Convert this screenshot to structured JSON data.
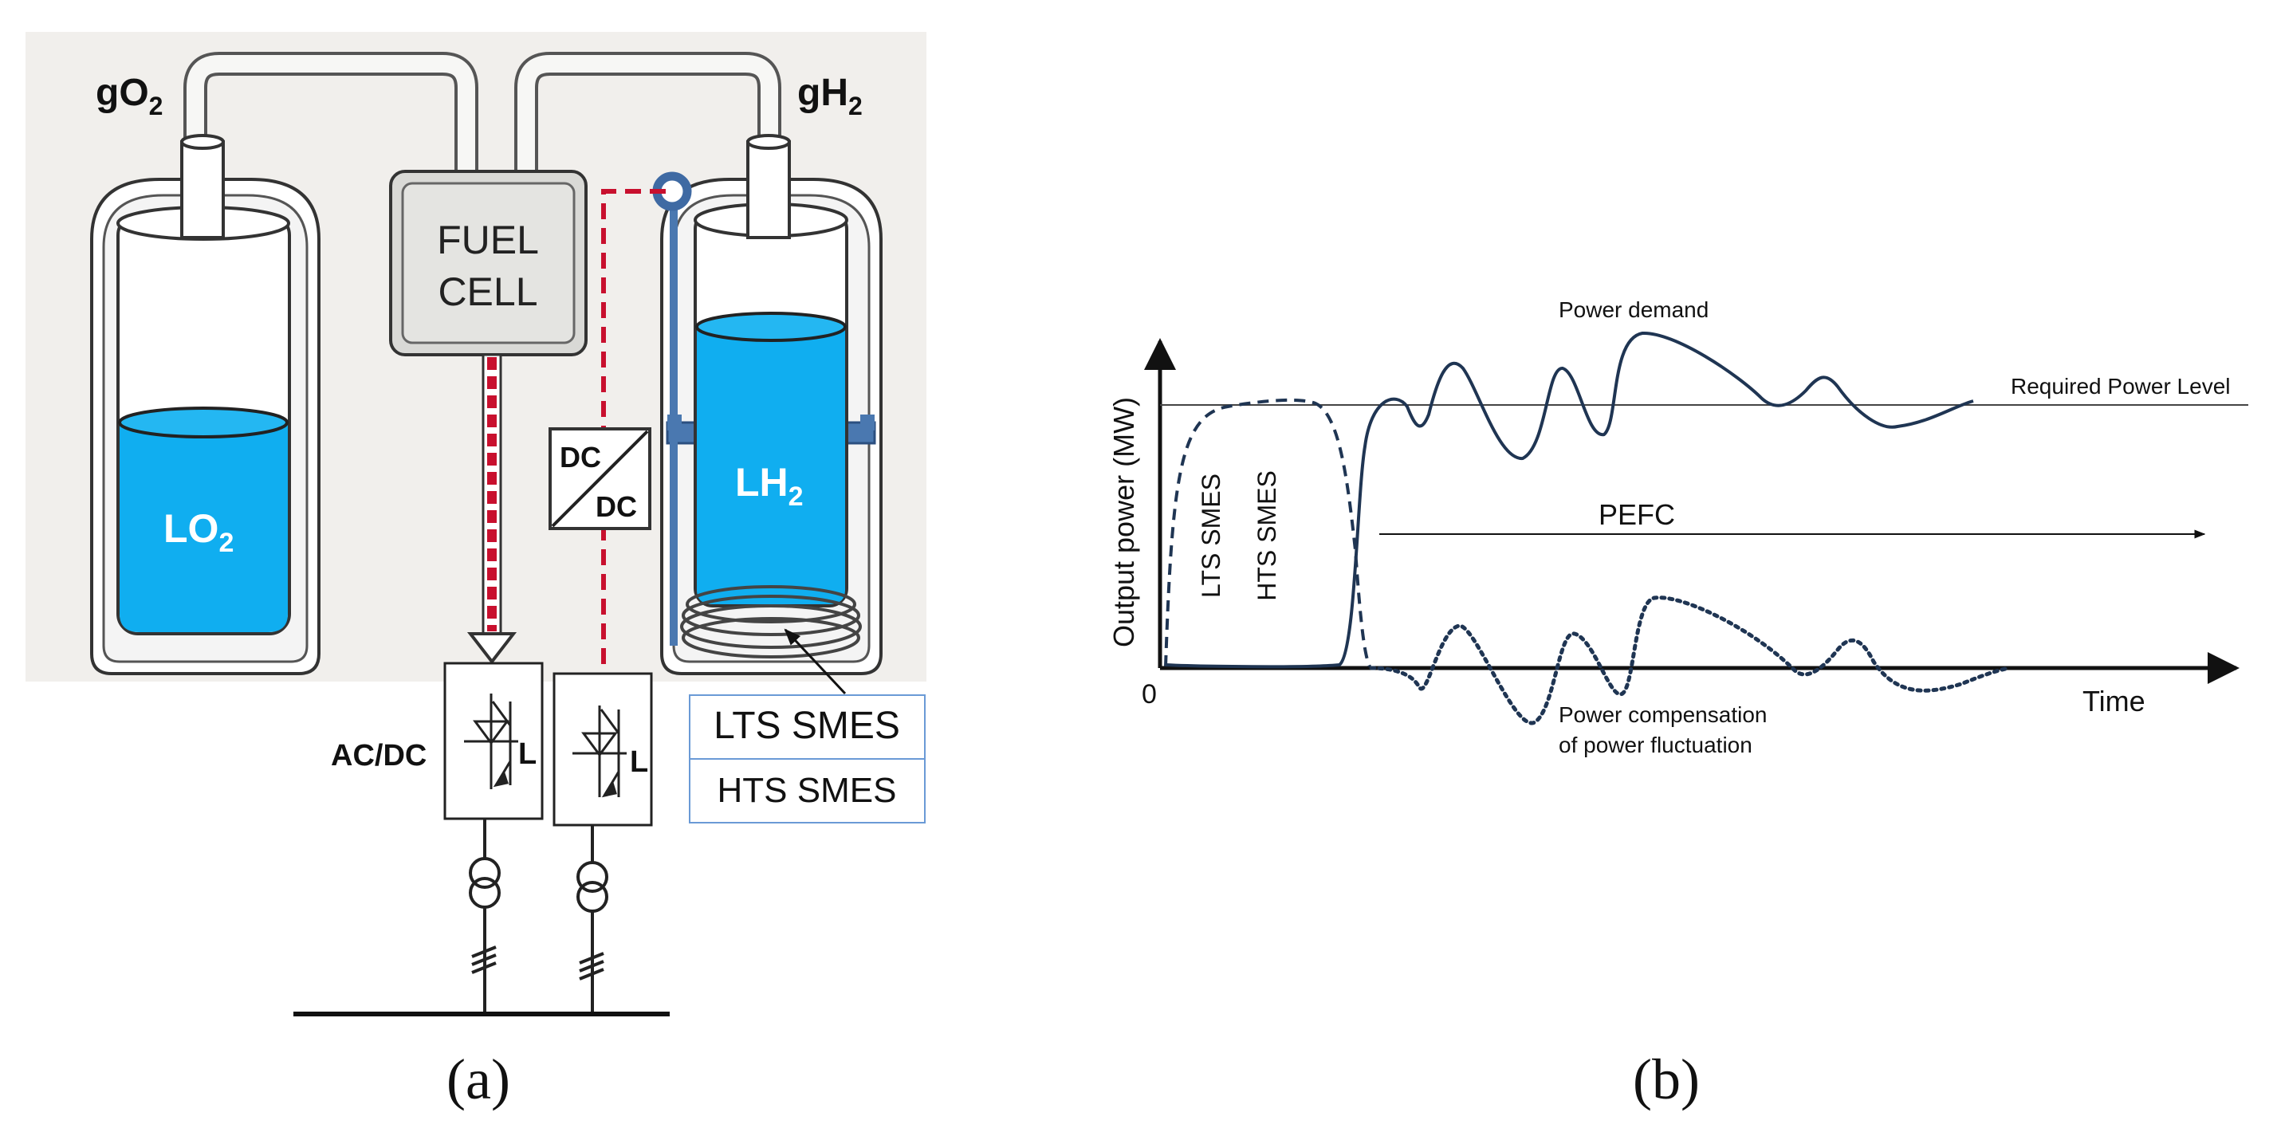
{
  "panel_a": {
    "caption": "(a)",
    "go2_label": "gO",
    "go2_sub": "2",
    "gh2_label": "gH",
    "gh2_sub": "2",
    "lo2_label": "LO",
    "lo2_sub": "2",
    "lh2_label": "LH",
    "lh2_sub": "2",
    "fuel_cell_line1": "FUEL",
    "fuel_cell_line2": "CELL",
    "dcdc_top": "DC",
    "dcdc_bottom": "DC",
    "acdc_label": "AC/DC",
    "inductor_label": "L",
    "lts_smes_label": "LTS SMES",
    "hts_smes_label": "HTS SMES",
    "colors": {
      "liquid_blue": "#10aef0",
      "dashed_red": "#c8102e",
      "steel_blue": "#4a78b0",
      "background": "#f1efec"
    }
  },
  "panel_b": {
    "caption": "(b)",
    "y_axis_label": "Output power (MW)",
    "x_axis_label": "Time",
    "origin_label": "0",
    "power_demand_label": "Power demand",
    "required_power_label": "Required Power Level",
    "pefc_label": "PEFC",
    "lts_smes_label": "LTS SMES",
    "hts_smes_label": "HTS SMES",
    "compensation_line1": "Power compensation",
    "compensation_line2": "of power fluctuation",
    "line_color": "#1f3553"
  }
}
